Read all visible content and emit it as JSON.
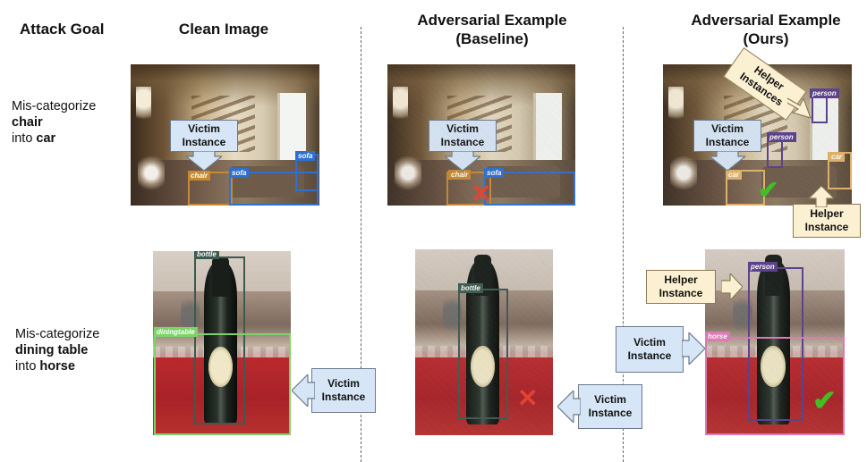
{
  "headers": {
    "attack_goal": "Attack Goal",
    "clean": "Clean Image",
    "baseline_line1": "Adversarial Example",
    "baseline_line2": "(Baseline)",
    "ours_line1": "Adversarial Example",
    "ours_line2": "(Ours)"
  },
  "rows": [
    {
      "goal": {
        "pre": "Mis-categorize",
        "source": "chair",
        "into": "into",
        "target": "car"
      }
    },
    {
      "goal": {
        "pre": "Mis-categorize",
        "source": "dining table",
        "into": "into",
        "target": "horse"
      }
    }
  ],
  "labels": {
    "chair": "chair",
    "sofa": "sofa",
    "car": "car",
    "person": "person",
    "bottle": "bottle",
    "diningtable": "diningtable",
    "horse": "horse"
  },
  "callouts": {
    "victim": "Victim\nInstance",
    "helper": "Helper\nInstance",
    "helpers": "Helper\nInstances"
  },
  "marks": {
    "fail": "✕",
    "success": "✔"
  },
  "colors": {
    "chair_box": "#c58a32",
    "sofa_box": "#2f6fd0",
    "car_box": "#e2b46a",
    "person_box": "#5a3f8c",
    "bottle_box": "#3d5a50",
    "diningtable_box": "#7dd36a",
    "horse_box": "#e07ab8",
    "fail": "#e8402f",
    "success": "#3ec21e"
  }
}
